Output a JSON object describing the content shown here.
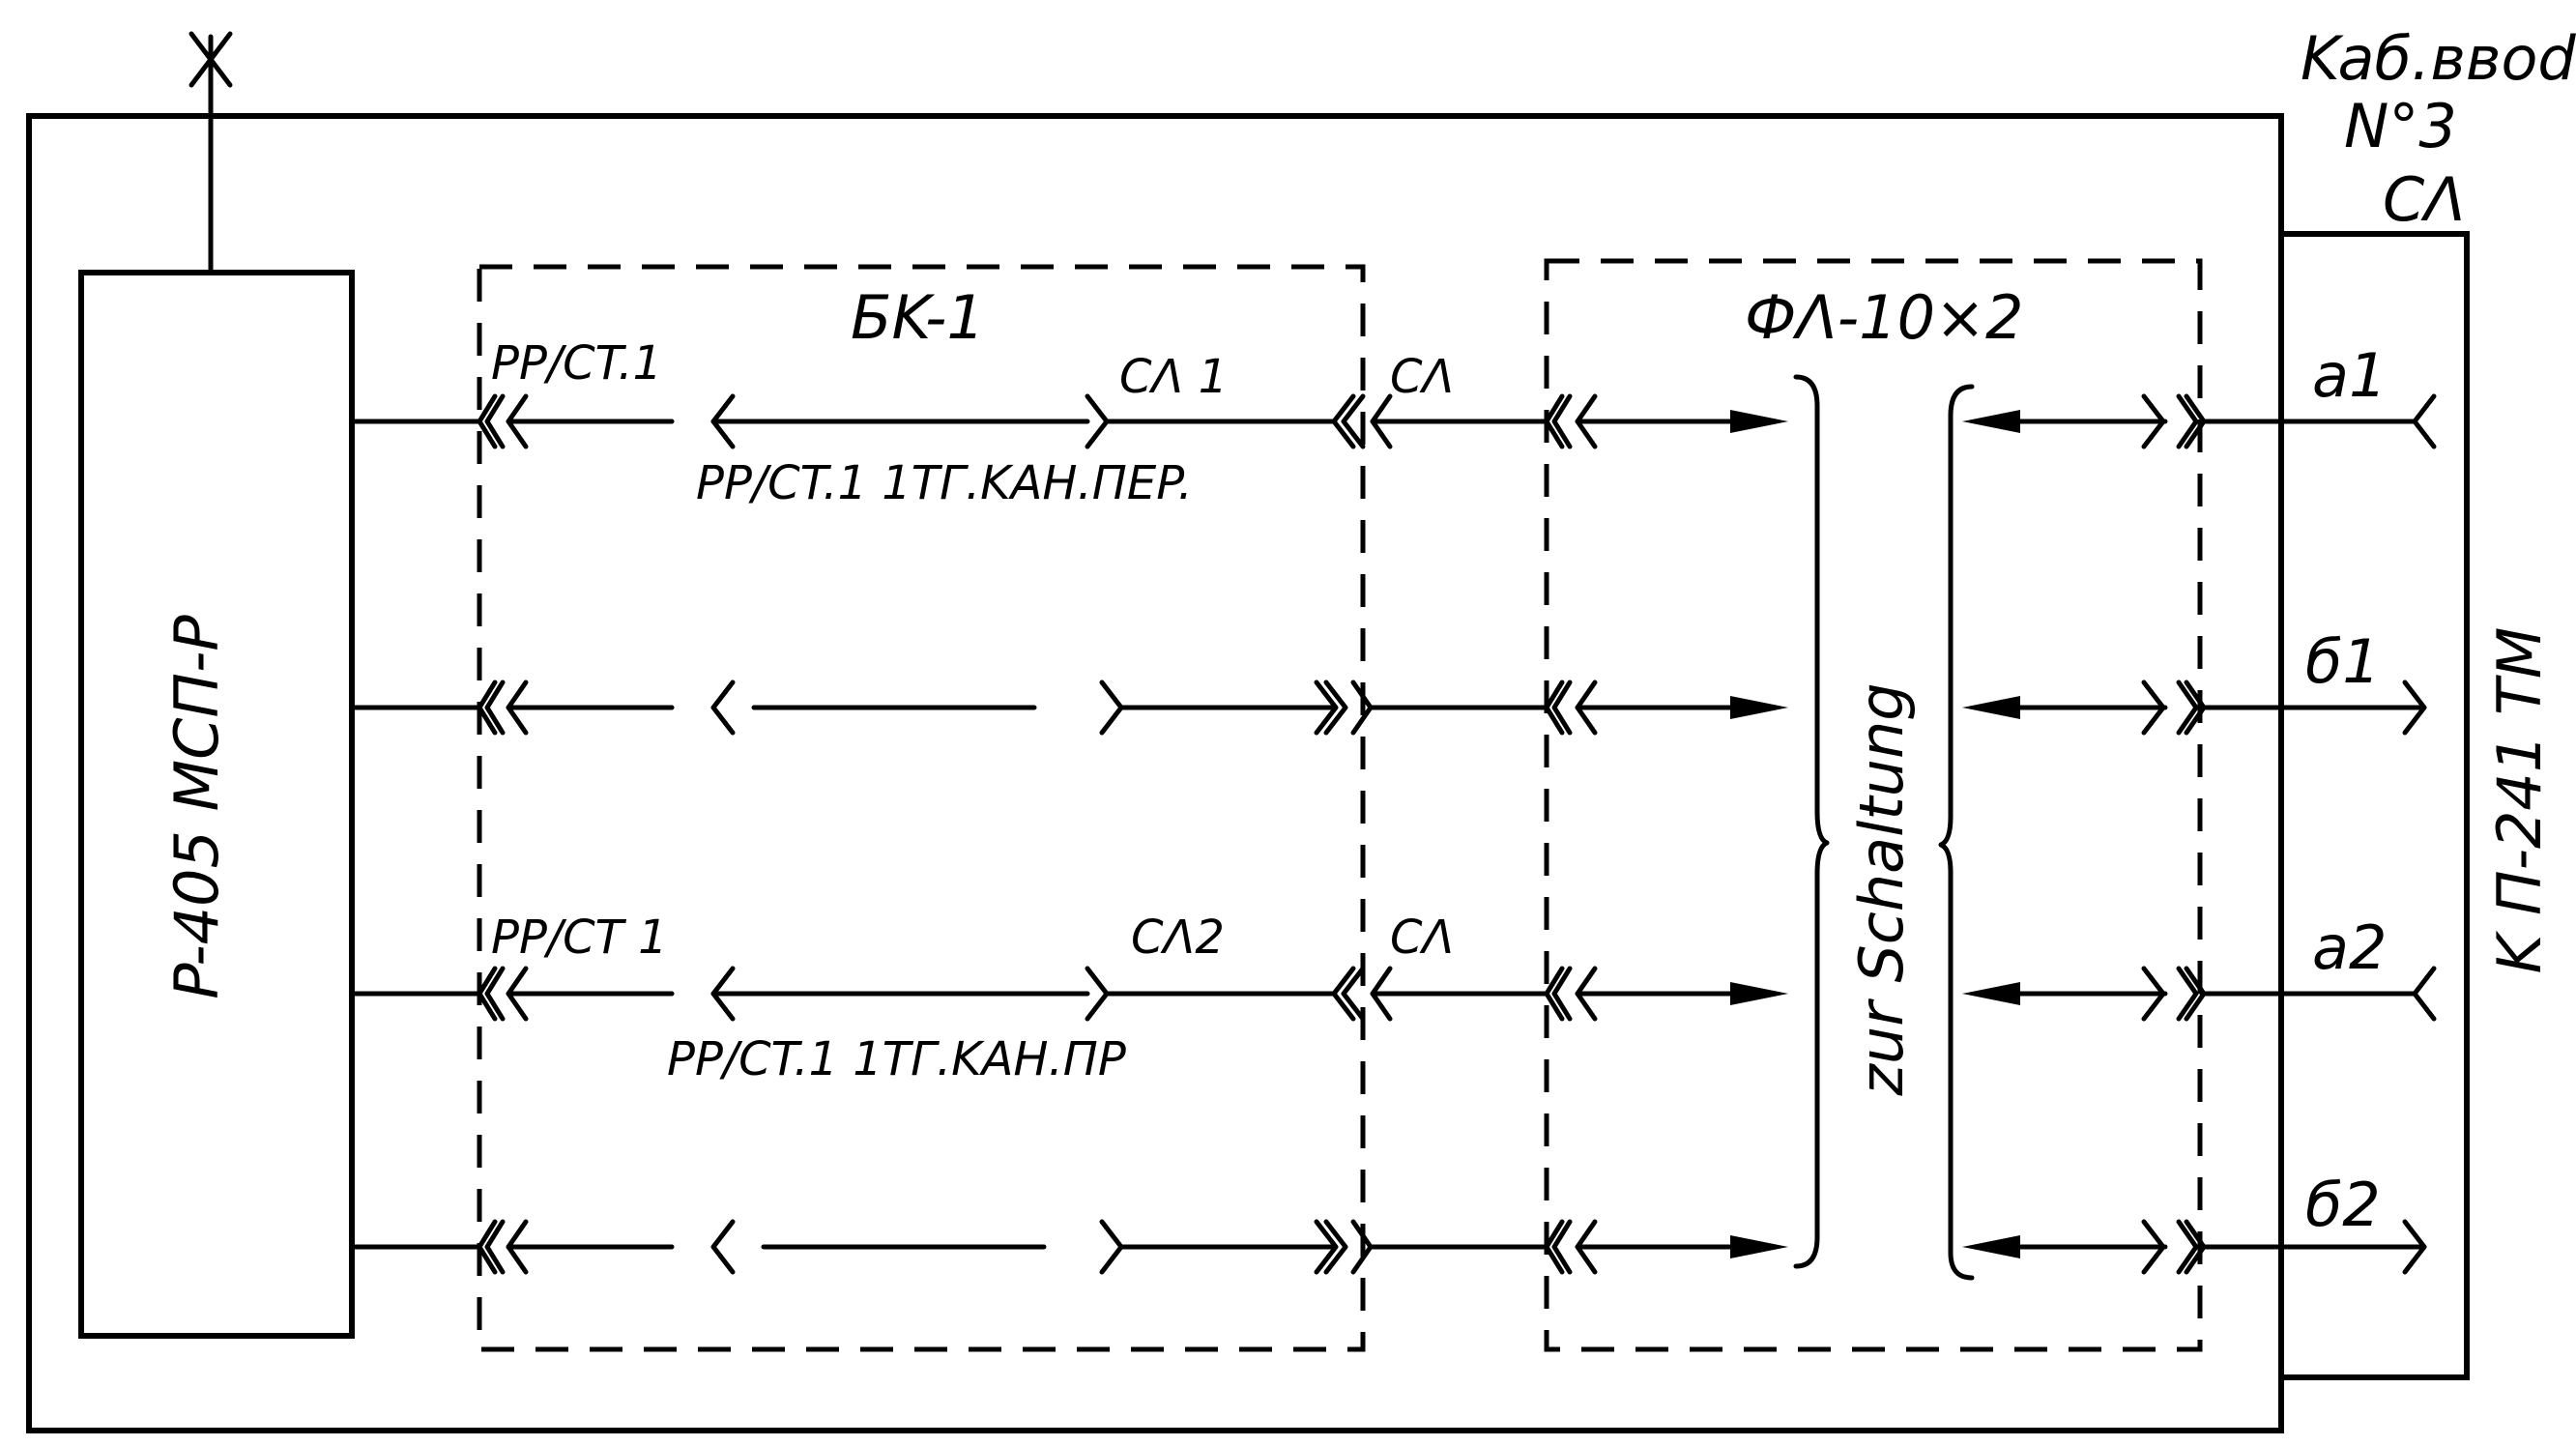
{
  "labels": {
    "cable_entry": "Kaб.ввod",
    "cable_no": "N°3",
    "sl_top": "CΛ",
    "device": "P-405 MCП-P",
    "bk_block": "БK-1",
    "fl_block": "ФΛ-10×2",
    "row1_left": "PP/CT.1",
    "row1_mid": "CΛ 1",
    "row1_conn": "CΛ",
    "row1_sub": "PP/CT.1 1TГ.KAH.ΠEP.",
    "row3_left": "PP/CT 1",
    "row3_mid": "CΛ2",
    "row3_conn": "CΛ",
    "row3_sub": "PP/CT.1  1TГ.KAH.ΠP",
    "zur": "zur Schaltung",
    "side": "K Π-241 TM",
    "out_a1": "a1",
    "out_b1": "б1",
    "out_a2": "a2",
    "out_b2": "б2"
  }
}
